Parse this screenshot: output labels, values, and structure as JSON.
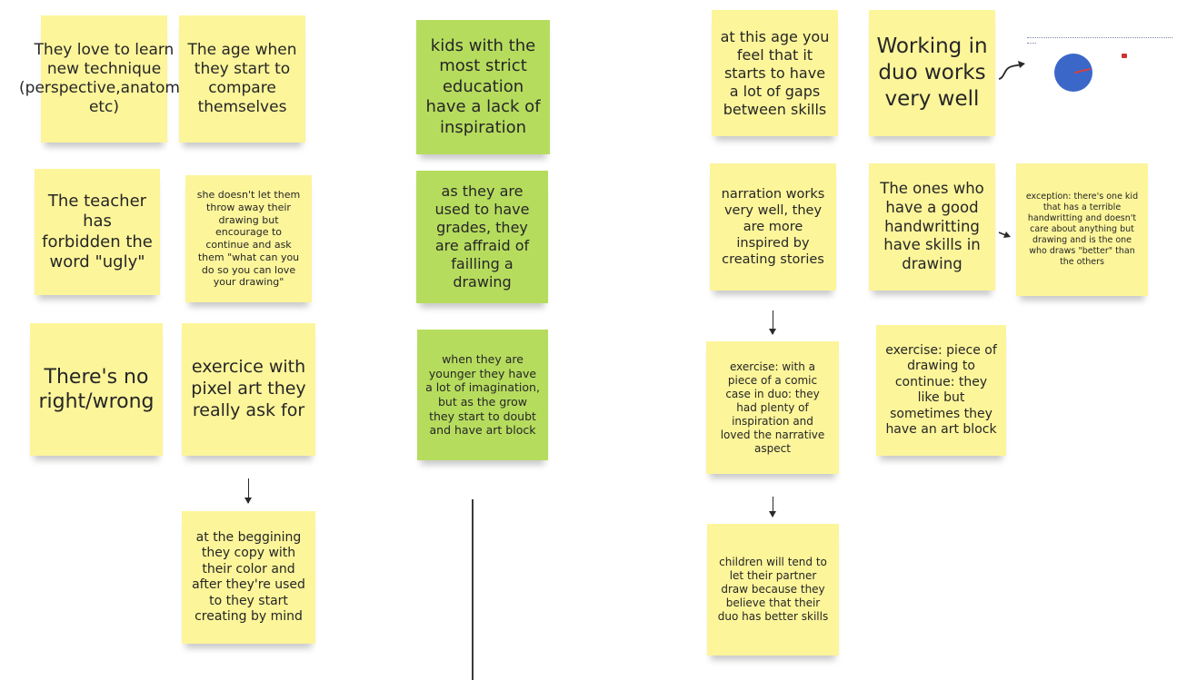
{
  "colors": {
    "yellow_note": "#fcf59a",
    "green_note": "#b6dc5e",
    "text": "#262626",
    "connector": "#2a2a2a",
    "thumb_blue": "#3a67c8",
    "thumb_red": "#d8403a"
  },
  "notes": {
    "love_technique": "They love to learn new technique (perspective,anatomy etc)",
    "compare": "The age when they start to compare themselves",
    "teacher_ugly": "The teacher has forbidden the word \"ugly\"",
    "throw_away": "she doesn't let them throw away their drawing but encourage to continue and ask them \"what can you do so you can love your drawing\"",
    "right_wrong": "There's no right/wrong",
    "pixel_art": "exercice with pixel art they really ask for",
    "copy_color": "at the beggining they copy with their color and after they're used to they start creating by mind",
    "strict_education": "kids with the most strict education have a lack of inspiration",
    "grades": "as they are used to have grades, they are affraid of failling a drawing",
    "imagination": "when they are younger they have a lot of imagination, but as the grow they start to doubt and have art block",
    "gaps": "at this age you feel that it starts to have a lot of gaps between skills",
    "duo": "Working in duo works very well",
    "narration": "narration works very well, they are more inspired by creating stories",
    "handwriting": "The ones who have a good handwritting have skills in drawing",
    "exception": "exception: there's one kid that has a terrible handwritting and doesn't care about anything but drawing and is the one who draws \"better\" than the others",
    "comic": "exercise: with a piece of a comic case in duo: they had plenty of inspiration and loved the narrative aspect",
    "continue_drawing": "exercise: piece of drawing to continue: they like but sometimes they have an art block",
    "partner": "children will tend to let their partner draw because they believe that their duo has better skills"
  }
}
